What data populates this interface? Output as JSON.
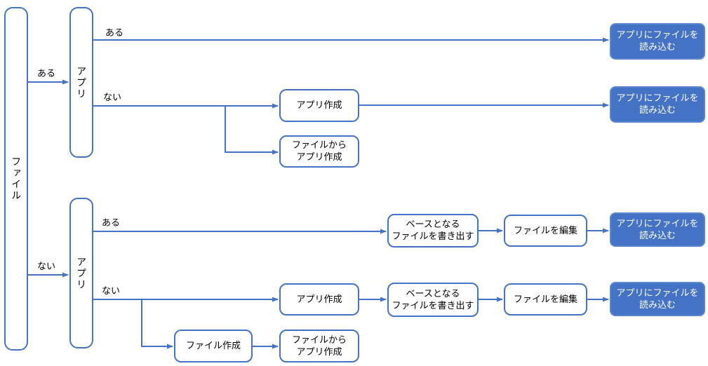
{
  "diagram_title": "file-and-app-flowchart",
  "colors": {
    "line": "#4472C4",
    "box_border": "#4472C4",
    "blue_fill": "#4472C4",
    "blue_border": "#5B87CE",
    "text": "#000000",
    "blue_text": "#FFFFFF",
    "bg": "#FFFFFF"
  },
  "nodes": {
    "file": "ファイル",
    "app_top": "アプリ",
    "app_bottom": "アプリ",
    "create_app_top": "アプリ作成",
    "app_from_file_top": "ファイルから\nアプリ作成",
    "load_file_1": "アプリにファイルを\n読み込む",
    "load_file_2": "アプリにファイルを\n読み込む",
    "export_base_1": "ベースとなる\nファイルを書き出す",
    "edit_file_1": "ファイルを編集",
    "load_file_3": "アプリにファイルを\n読み込む",
    "create_app_bottom": "アプリ作成",
    "export_base_2": "ベースとなる\nファイルを書き出す",
    "edit_file_2": "ファイルを編集",
    "load_file_4": "アプリにファイルを\n読み込む",
    "create_file": "ファイル作成",
    "app_from_file_bottom": "ファイルから\nアプリ作成"
  },
  "edge_labels": {
    "file_has": "ある",
    "file_none": "ない",
    "app_top_has": "ある",
    "app_top_none": "ない",
    "app_bottom_has": "ある",
    "app_bottom_none": "ない"
  }
}
